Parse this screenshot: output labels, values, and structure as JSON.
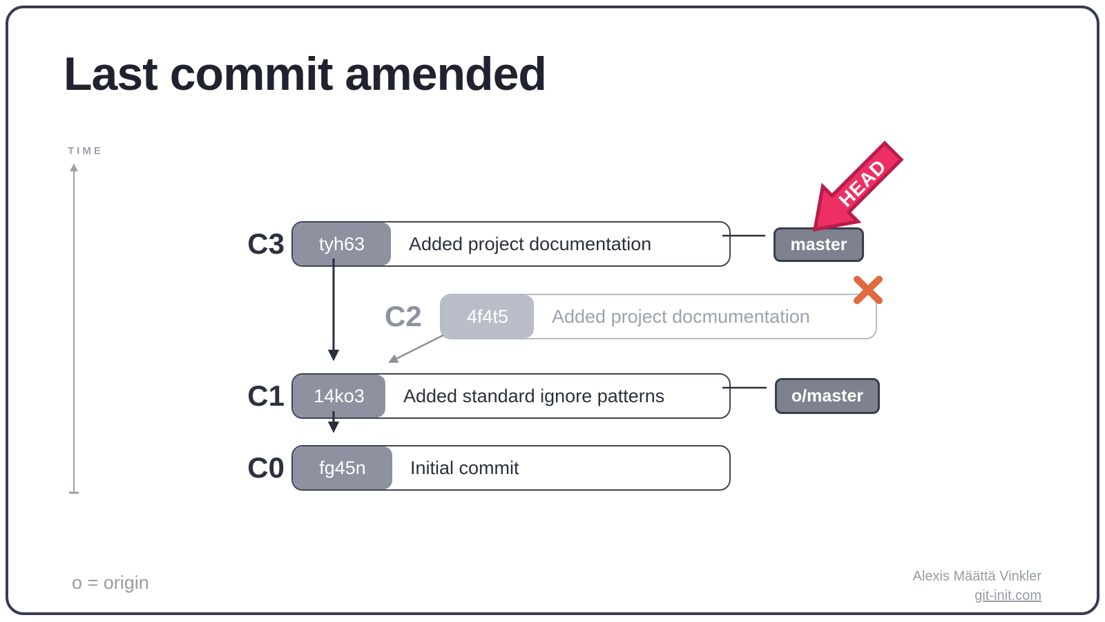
{
  "slide": {
    "title": "Last commit amended"
  },
  "time_axis": {
    "label": "TIME"
  },
  "commits": [
    {
      "id": "C3",
      "hash": "tyh63",
      "message": "Added project documentation",
      "tag": "master",
      "state": "current"
    },
    {
      "id": "C2",
      "hash": "4f4t5",
      "message": "Added project docmumentation",
      "state": "amended-away"
    },
    {
      "id": "C1",
      "hash": "14ko3",
      "message": "Added standard ignore patterns",
      "tag": "o/master",
      "state": "normal"
    },
    {
      "id": "C0",
      "hash": "fg45n",
      "message": "Initial commit",
      "state": "normal"
    }
  ],
  "head_pointer": {
    "label": "HEAD"
  },
  "legend": {
    "origin_note": "o = origin"
  },
  "footer": {
    "author": "Alexis Määttä Vinkler",
    "site_link": "git-init.com"
  },
  "colors": {
    "ink": "#20232f",
    "box_border": "#3f4254",
    "hash_fill": "#8d91a0",
    "tag_fill": "#7e828e",
    "tag_border": "#3a3d4b",
    "ghost_border": "#b5b9c4",
    "ghost_hash_fill": "#b9bdc8",
    "ghost_text": "#9da2ae",
    "head_arrow_fill": "#ee2f63",
    "head_arrow_border": "#b81c4b",
    "amend_cross": "#e06a3e",
    "muted_gray": "#9aa0ab",
    "dark_arrow": "#2b2f3d"
  }
}
